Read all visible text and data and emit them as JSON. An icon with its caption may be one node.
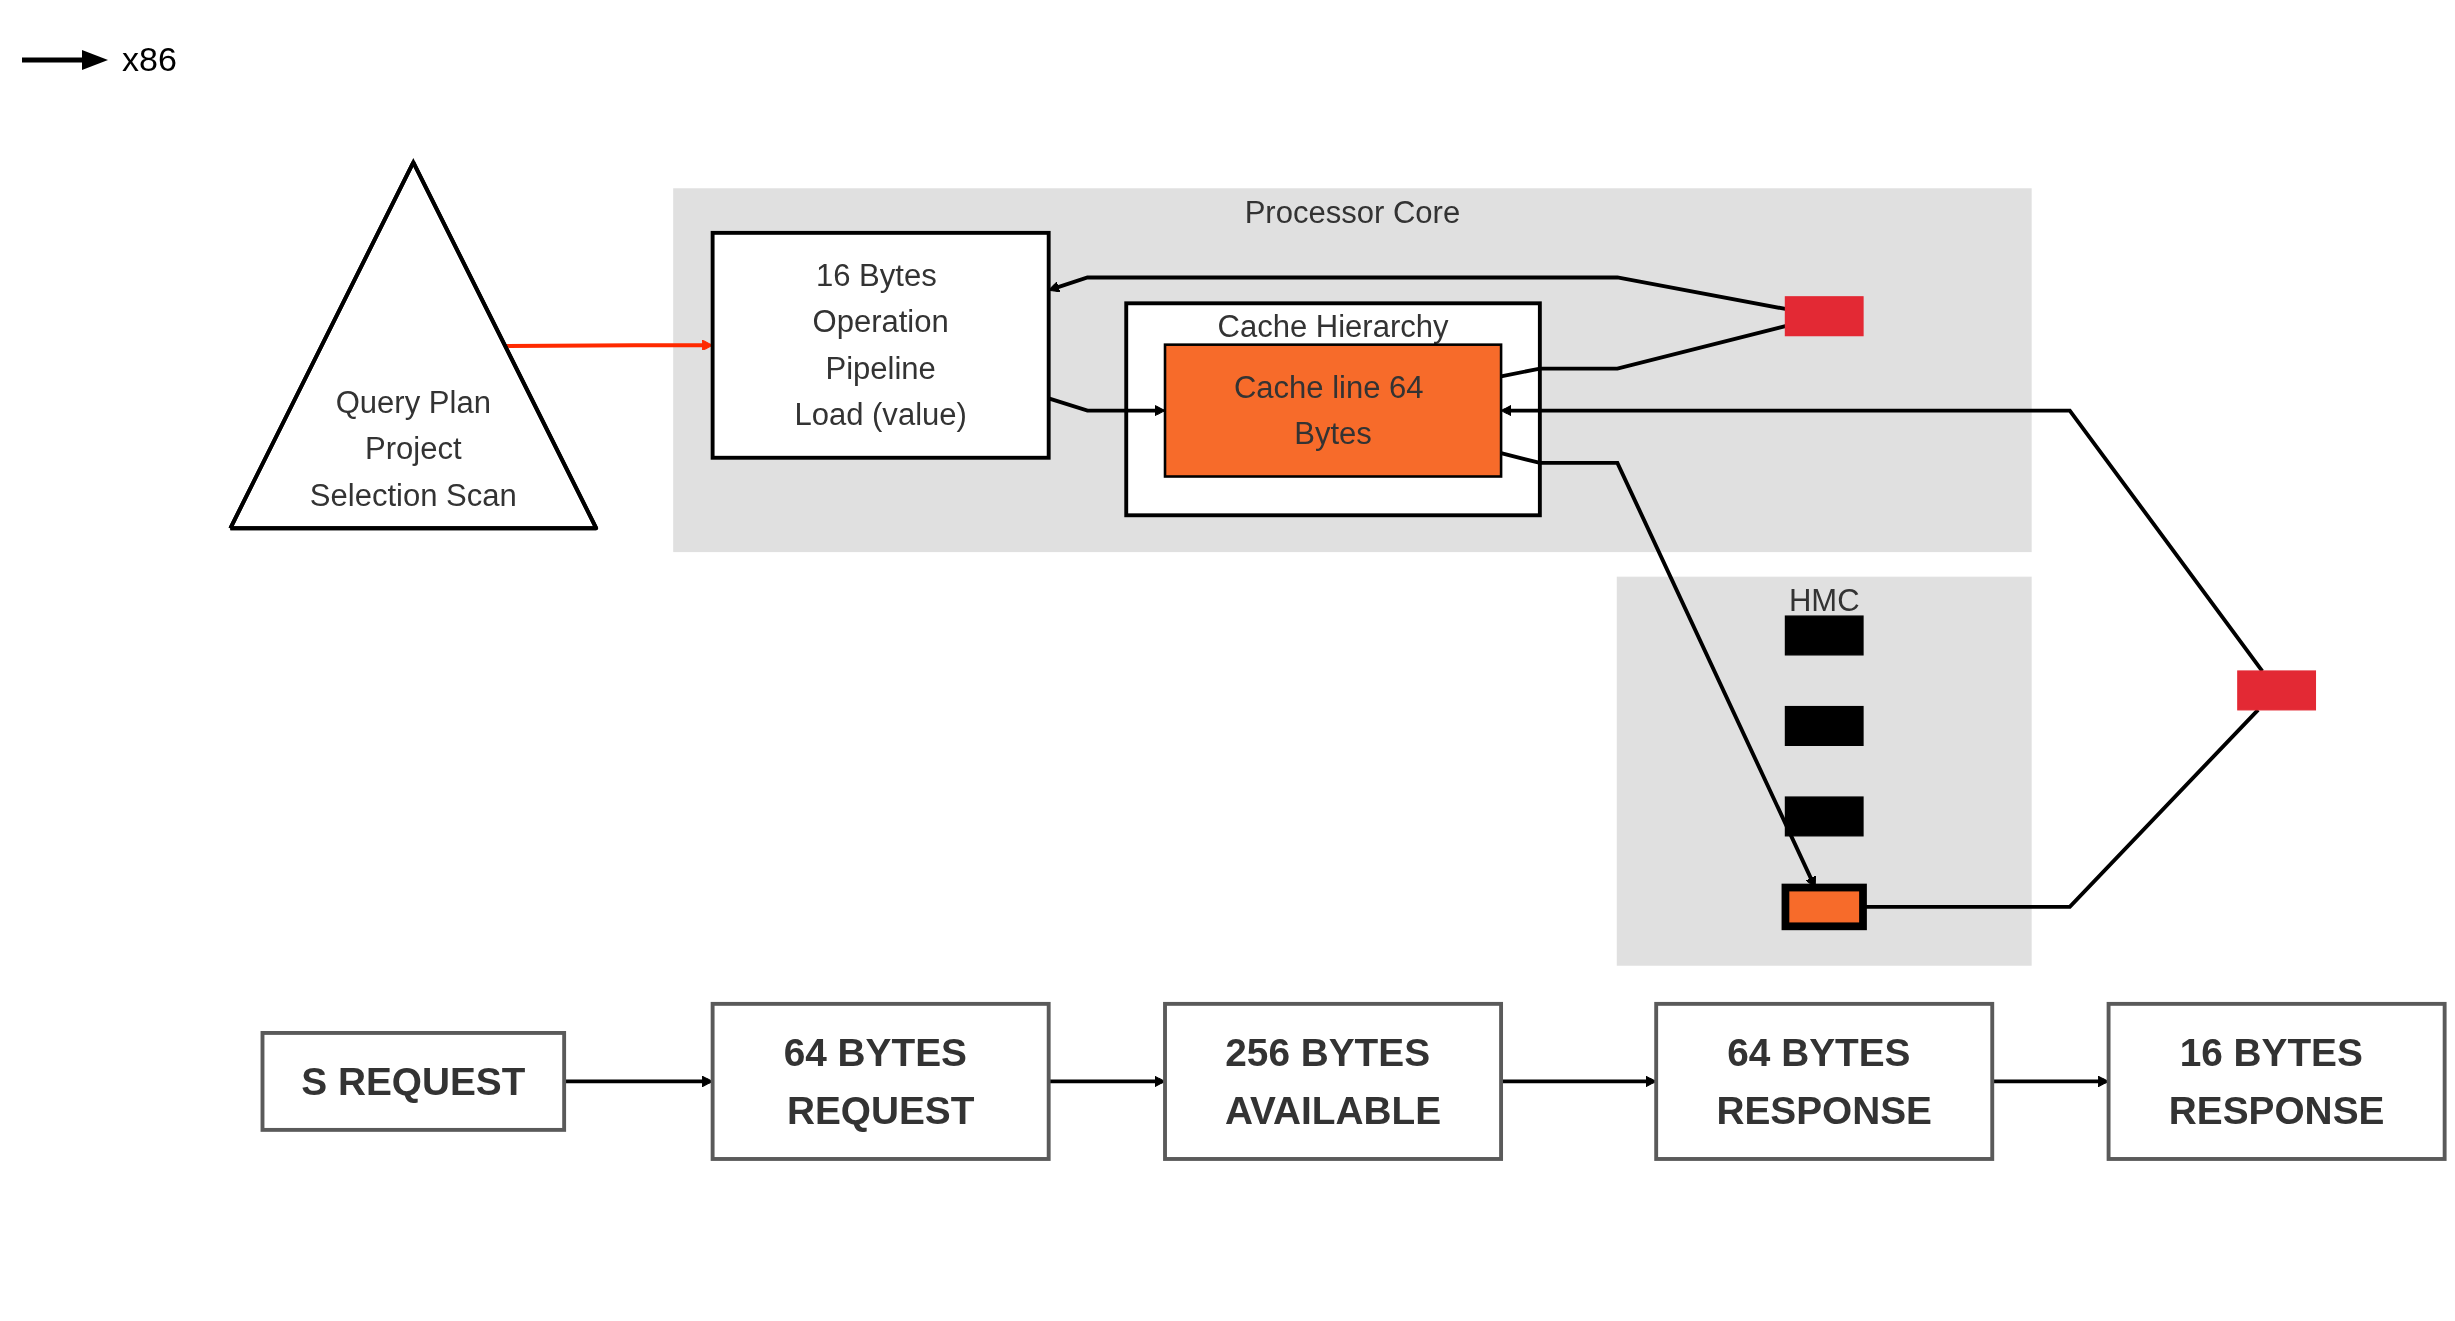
{
  "diagram": {
    "nodes": [
      {
        "text": [
          "Query Plan",
          "Project",
          "Selection Scan"
        ]
      },
      {
        "text": [
          "Processor Core"
        ]
      },
      {
        "text": [
          "16 Bytes Operation",
          "Pipeline",
          "Load (value)"
        ],
        "in": 1
      },
      {
        "text": [
          "Cache Hierarchy"
        ],
        "in": 1
      },
      {
        "text": [
          "Cache line 64 Bytes"
        ],
        "in": 3
      },
      {
        "text": [],
        "shape": "bar",
        "in": 1
      },
      {
        "text": [
          "HMC"
        ]
      },
      {
        "text": [],
        "shape": "bar",
        "in": 6
      },
      {
        "text": [],
        "shape": "bar",
        "in": 6
      },
      {
        "text": [],
        "shape": "bar",
        "in": 6
      },
      {
        "text": [],
        "shape": "bar",
        "in": 6
      },
      {
        "text": [],
        "shape": "bar"
      },
      {
        "text": [
          "S REQUEST"
        ]
      },
      {
        "text": [
          "64 BYTES REQUEST"
        ]
      },
      {
        "text": [
          "256 BYTES AVAILABLE"
        ]
      },
      {
        "text": [
          "64 BYTES RESPONSE"
        ]
      },
      {
        "text": [
          "16 BYTES RESPONSE"
        ]
      }
    ],
    "edges": [
      {
        "from": 0,
        "to": 2,
        "arrow": "to",
        "color": "#ff2a00"
      },
      {
        "from": 2,
        "to": 4,
        "arrow": "to"
      },
      {
        "from": 4,
        "to": 5,
        "arrow": "none"
      },
      {
        "from": 5,
        "to": 2,
        "arrow": "to"
      },
      {
        "from": 10,
        "to": 11,
        "arrow": "none"
      },
      {
        "from": 11,
        "to": 4,
        "arrow": "to"
      },
      {
        "from": 4,
        "to": 10,
        "arrow": "to"
      },
      {
        "from": 12,
        "to": 13,
        "arrow": "to"
      },
      {
        "from": 13,
        "to": 14,
        "arrow": "to"
      },
      {
        "from": 14,
        "to": 15,
        "arrow": "to"
      },
      {
        "from": 15,
        "to": 16,
        "arrow": "to"
      }
    ],
    "legend": [
      {
        "text": "x86"
      }
    ]
  }
}
